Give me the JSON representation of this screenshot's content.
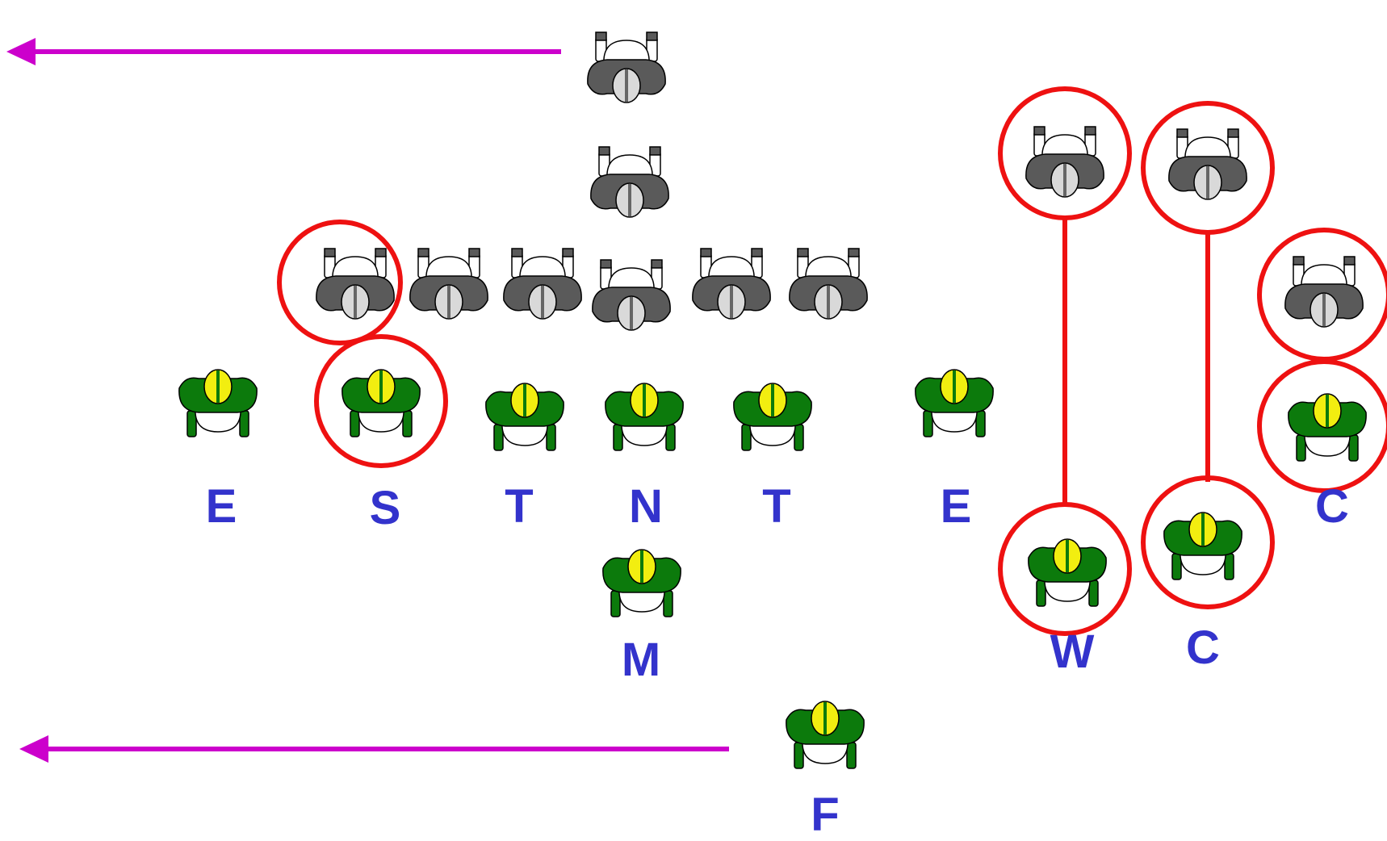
{
  "colors": {
    "arrow": "#cc00cc",
    "highlight": "#ee1111",
    "label": "#3333cc",
    "offense_body": "#5a5a5a",
    "offense_helmet": "#d9d9d9",
    "defense_body": "#0c7a0c",
    "defense_helmet": "#f2ee10",
    "outline": "#000000"
  },
  "icons": {
    "offense": "offensive-player-icon",
    "defense": "defensive-player-icon",
    "highlight": "highlight-circle",
    "arrow": "motion-arrow"
  },
  "defense_labels": {
    "e_left": "E",
    "s": "S",
    "t_left": "T",
    "n": "N",
    "t_right": "T",
    "e_right": "E",
    "c_far": "C",
    "m": "M",
    "w": "W",
    "c_right": "C",
    "f": "F"
  }
}
